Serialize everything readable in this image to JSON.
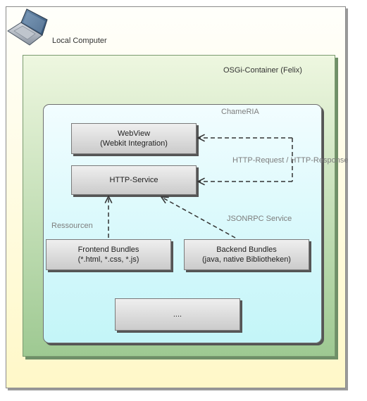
{
  "local_computer": {
    "label": "Local Computer",
    "icon": "laptop-icon"
  },
  "osgi_container": {
    "label": "OSGi-Container (Felix)"
  },
  "chameria": {
    "label": "ChameRIA"
  },
  "boxes": {
    "webview": {
      "line1": "WebView",
      "line2": "(Webkit Integration)"
    },
    "http_service": {
      "line1": "HTTP-Service"
    },
    "frontend": {
      "line1": "Frontend Bundles",
      "line2": "(*.html, *.css, *.js)"
    },
    "backend": {
      "line1": "Backend Bundles",
      "line2": "(java, native Bibliotheken)"
    },
    "placeholder": {
      "line1": "...."
    }
  },
  "edges": {
    "http": {
      "label": "HTTP-Request / HTTP-Response"
    },
    "ressourcen": {
      "label": "Ressourcen"
    },
    "jsonrpc": {
      "label": "JSONRPC Service"
    }
  },
  "colors": {
    "outer_fill": "#fffde0",
    "osgi_fill": "#dcecc4",
    "chameria_fill": "#ccf8fb",
    "box_fill": "#dedede",
    "edge": "#333333"
  }
}
